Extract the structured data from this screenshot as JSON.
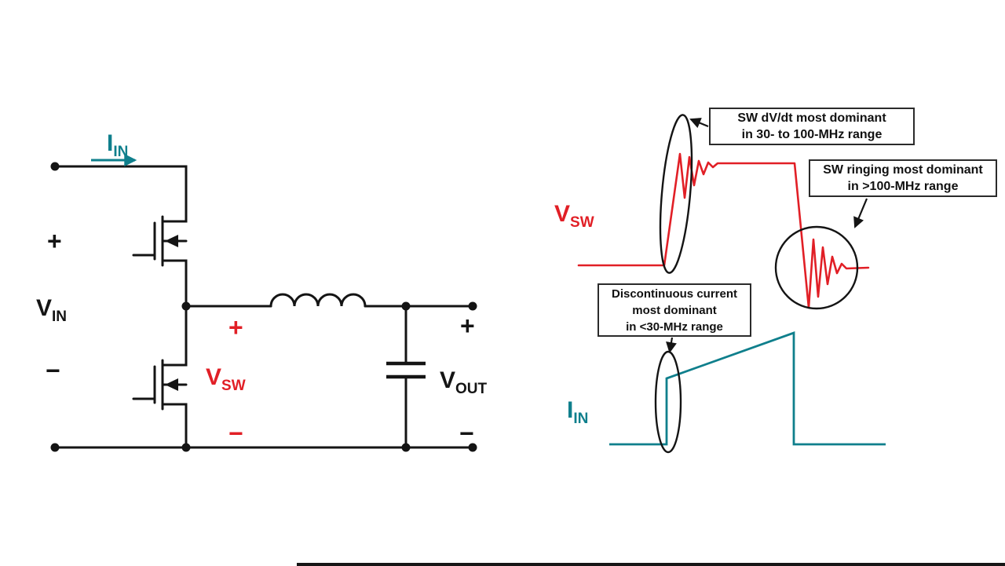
{
  "colors": {
    "red": "#e11f26",
    "teal": "#0f7f8c",
    "ink": "#141414"
  },
  "circuit": {
    "iin": {
      "main": "I",
      "sub": "IN"
    },
    "vin": {
      "main": "V",
      "sub": "IN"
    },
    "vsw": {
      "main": "V",
      "sub": "SW"
    },
    "vout": {
      "main": "V",
      "sub": "OUT"
    },
    "plus": "+",
    "minus": "−"
  },
  "waveforms": {
    "vsw_label": {
      "main": "V",
      "sub": "SW"
    },
    "iin_label": {
      "main": "I",
      "sub": "IN"
    },
    "annotations": {
      "dvdt": {
        "line1": "SW dV/dt most dominant",
        "line2": "in 30- to 100-MHz range"
      },
      "ringing": {
        "line1": "SW ringing most dominant",
        "line2": "in >100-MHz range"
      },
      "discontinuous": {
        "line1": "Discontinuous current",
        "line2": "most dominant",
        "line3": "in <30-MHz range"
      }
    }
  }
}
